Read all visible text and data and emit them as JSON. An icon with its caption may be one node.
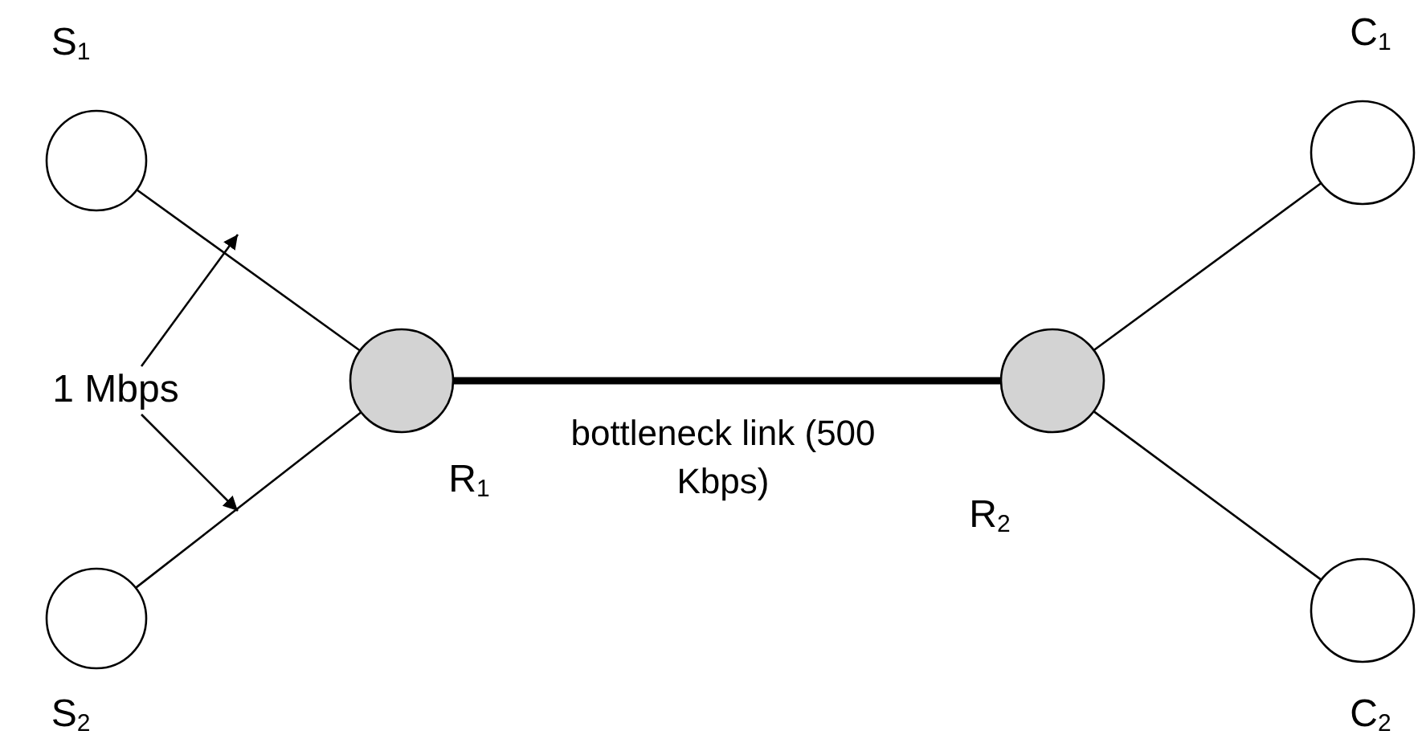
{
  "diagram": {
    "nodes": [
      {
        "text": [
          "S$_{1}$"
        ]
      },
      {
        "text": [
          "S$_{2}$"
        ]
      },
      {
        "text": [
          "R$_{1}$"
        ]
      },
      {
        "text": [
          "R$_{2}$"
        ]
      },
      {
        "text": [
          "C$_{1}$"
        ]
      },
      {
        "text": [
          "C$_{2}$"
        ]
      },
      {
        "text": [
          "1 Mbps"
        ]
      }
    ],
    "edges": [
      {
        "from": 0,
        "to": 2,
        "arrow": "none"
      },
      {
        "from": 1,
        "to": 2,
        "arrow": "none"
      },
      {
        "from": 2,
        "to": 3,
        "arrow": "none",
        "style": "thick",
        "label": "bottleneck link (500 Kbps)"
      },
      {
        "from": 3,
        "to": 4,
        "arrow": "none"
      },
      {
        "from": 3,
        "to": 5,
        "arrow": "none"
      },
      {
        "from": 6,
        "to": null,
        "arrow": "to"
      },
      {
        "from": 6,
        "to": null,
        "arrow": "to"
      }
    ]
  }
}
